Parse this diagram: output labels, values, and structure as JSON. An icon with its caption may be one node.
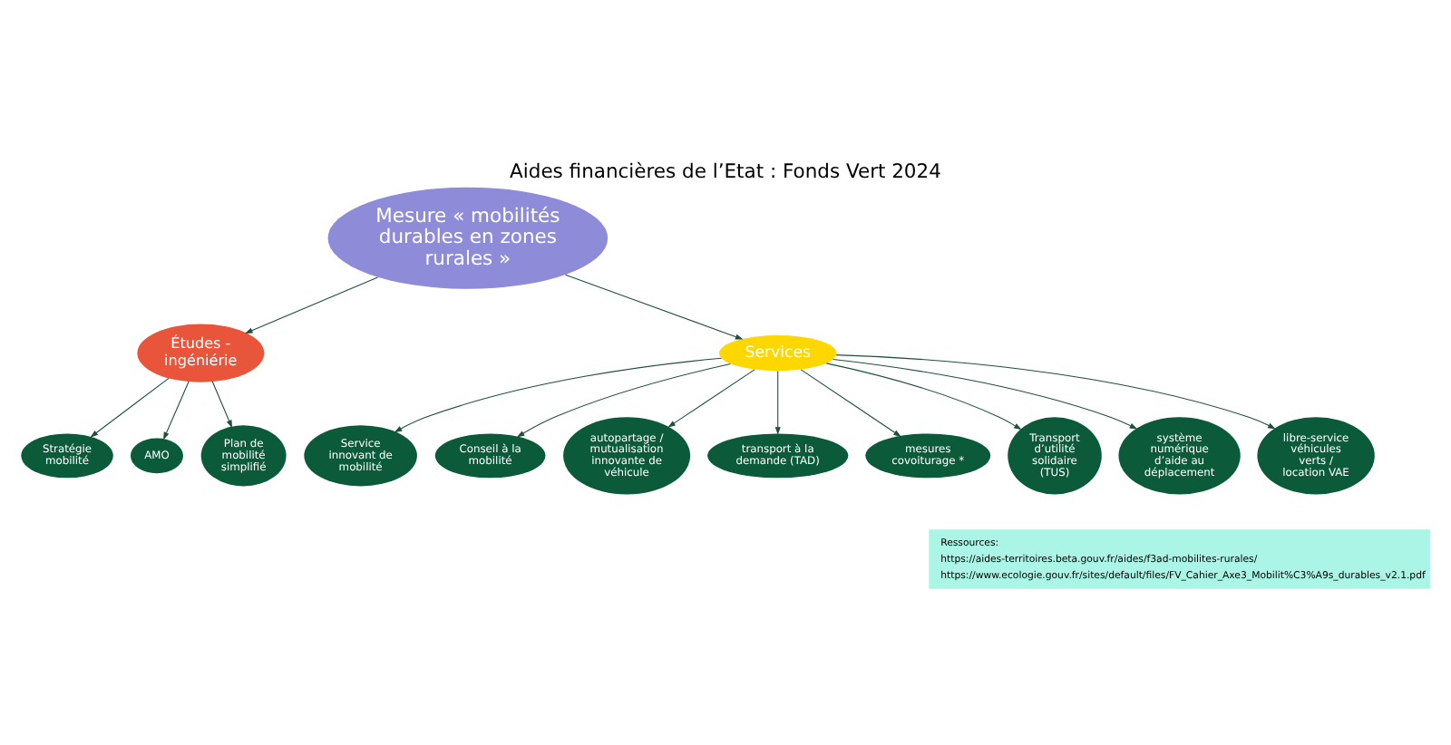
{
  "diagram": {
    "title": "Aides financières de l’Etat : Fonds Vert 2024",
    "nodes": [
      {
        "text": [
          "Mesure « mobilités durables en zones rurales »"
        ]
      },
      {
        "text": [
          "Études - ingéniérie"
        ]
      },
      {
        "text": [
          "Services"
        ]
      },
      {
        "text": [
          "Stratégie mobilité"
        ]
      },
      {
        "text": [
          "AMO"
        ]
      },
      {
        "text": [
          "Plan de mobilité simplifié"
        ]
      },
      {
        "text": [
          "Service innovant de mobilité"
        ]
      },
      {
        "text": [
          "Conseil à la mobilité"
        ]
      },
      {
        "text": [
          "autopartage / mutualisation innovante de véhicule"
        ]
      },
      {
        "text": [
          "transport à la demande (TAD)"
        ]
      },
      {
        "text": [
          "mesures covoiturage *"
        ]
      },
      {
        "text": [
          "Transport d’utilité solidaire (TUS)"
        ]
      },
      {
        "text": [
          "système numérique d’aide au déplacement"
        ]
      },
      {
        "text": [
          "libre-service véhicules verts / location VAE"
        ]
      },
      {
        "text": [
          "Ressources:",
          "https://aides-territoires.beta.gouv.fr/aides/f3ad-mobilites-rurales/",
          "https://www.ecologie.gouv.fr/sites/default/files/FV_Cahier_Axe3_Mobilit%C3%A9s_durables_v2.1.pdf"
        ]
      }
    ],
    "edges": [
      {
        "from": 0,
        "to": 1,
        "arrow": "to"
      },
      {
        "from": 0,
        "to": 2,
        "arrow": "to"
      },
      {
        "from": 1,
        "to": 3,
        "arrow": "to"
      },
      {
        "from": 1,
        "to": 4,
        "arrow": "to"
      },
      {
        "from": 1,
        "to": 5,
        "arrow": "to"
      },
      {
        "from": 2,
        "to": 6,
        "arrow": "to"
      },
      {
        "from": 2,
        "to": 7,
        "arrow": "to"
      },
      {
        "from": 2,
        "to": 8,
        "arrow": "to"
      },
      {
        "from": 2,
        "to": 9,
        "arrow": "to"
      },
      {
        "from": 2,
        "to": 10,
        "arrow": "to"
      },
      {
        "from": 2,
        "to": 11,
        "arrow": "to"
      },
      {
        "from": 2,
        "to": 12,
        "arrow": "to"
      },
      {
        "from": 2,
        "to": 13,
        "arrow": "to"
      }
    ]
  }
}
